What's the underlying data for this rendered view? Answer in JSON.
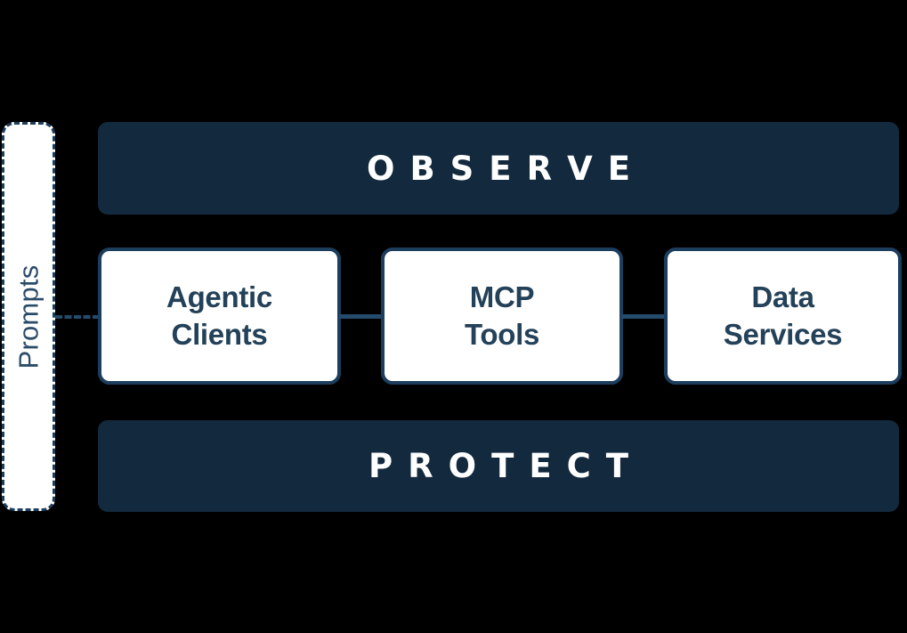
{
  "diagram": {
    "background_color": "#000000",
    "accent_dark": "#13293d",
    "accent_border": "#1d3d5c",
    "text_navy": "#234158",
    "rail": {
      "label": "Prompts",
      "style": "dashed"
    },
    "banners": [
      {
        "id": "observe",
        "label": "OBSERVE",
        "position": "top"
      },
      {
        "id": "protect",
        "label": "PROTECT",
        "position": "bottom"
      }
    ],
    "cards": [
      {
        "id": "agentic-clients",
        "label": "Agentic\nClients"
      },
      {
        "id": "mcp-tools",
        "label": "MCP\nTools"
      },
      {
        "id": "data-services",
        "label": "Data\nServices"
      }
    ],
    "connectors": [
      {
        "id": "prompts-to-clients",
        "style": "dashed"
      },
      {
        "id": "clients-to-tools",
        "style": "solid"
      },
      {
        "id": "tools-to-data",
        "style": "solid"
      }
    ]
  }
}
